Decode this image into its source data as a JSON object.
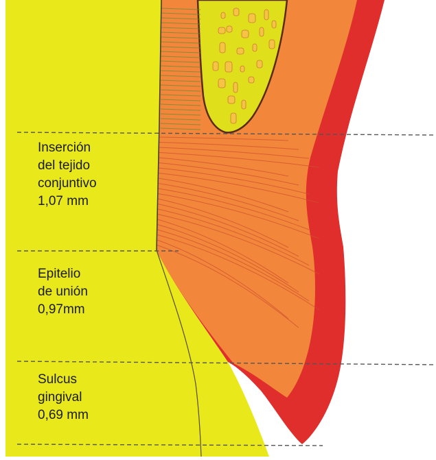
{
  "colors": {
    "tooth": "#e8e81a",
    "bone": "#e0df1c",
    "gingiva_light": "#f2863a",
    "gingiva_dark": "#df2e2c",
    "fibers": "#d05030",
    "dashed_line": "#555555"
  },
  "regions": [
    {
      "key": "connective_tissue",
      "lines": [
        "Inserción",
        "del tejido",
        "conjuntivo",
        "1,07 mm"
      ],
      "measurement_mm": 1.07
    },
    {
      "key": "junctional_epithelium",
      "lines": [
        "Epitelio",
        "de unión",
        "0,97mm"
      ],
      "measurement_mm": 0.97
    },
    {
      "key": "gingival_sulcus",
      "lines": [
        "Sulcus",
        "gingival",
        "0,69 mm"
      ],
      "measurement_mm": 0.69
    }
  ]
}
